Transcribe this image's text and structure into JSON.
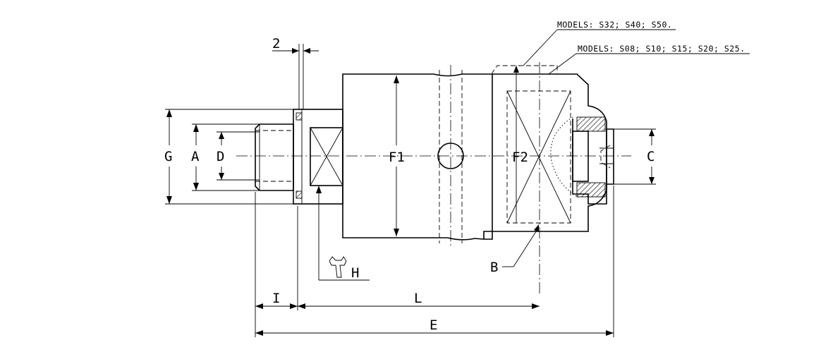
{
  "labels": {
    "G": "G",
    "A": "A",
    "D": "D",
    "C": "C",
    "F1": "F1",
    "F2": "F2",
    "H": "H",
    "B": "B",
    "I": "I",
    "L": "L",
    "E": "E",
    "two": "2"
  },
  "notes": {
    "models_large": "MODELS: S32; S40; S50.",
    "models_small": "MODELS: S08; S10; S15; S20; S25."
  },
  "icons": {
    "wrench": "wrench-icon"
  },
  "colors": {
    "line": "#000000",
    "background": "#ffffff"
  }
}
